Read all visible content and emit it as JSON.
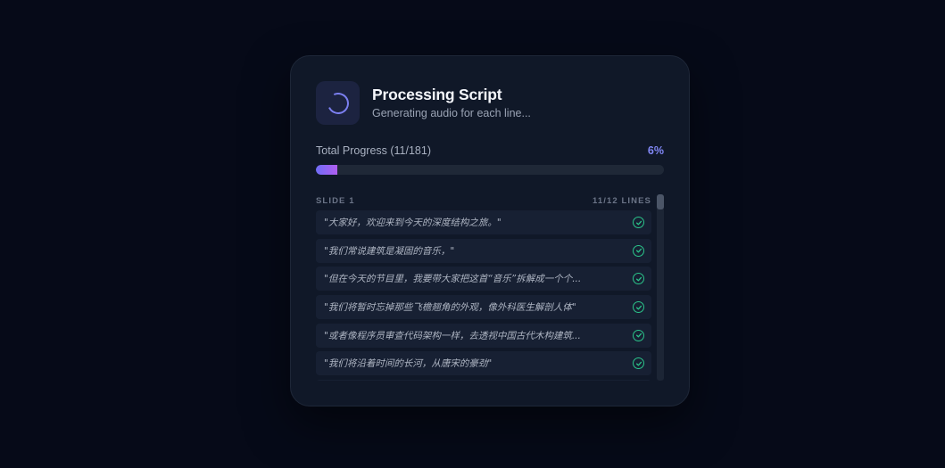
{
  "header": {
    "title": "Processing Script",
    "subtitle": "Generating audio for each line...",
    "icon": "spinner-icon"
  },
  "progress": {
    "label": "Total Progress (11/181)",
    "completed": 11,
    "total": 181,
    "percent_label": "6%",
    "percent": 6,
    "gradient_start": "#6f6df7",
    "gradient_end": "#b05ef0"
  },
  "slide": {
    "label": "SLIDE 1",
    "count_label": "11/12 LINES",
    "lines": [
      {
        "text": "\"大家好，欢迎来到今天的深度结构之旅。\"",
        "status": "done",
        "icon": "check-circle-icon"
      },
      {
        "text": "\"我们常说建筑是凝固的音乐，\"",
        "status": "done",
        "icon": "check-circle-icon"
      },
      {
        "text": "\"但在今天的节目里，我要带大家把这首“音乐”拆解成一个个...",
        "status": "done",
        "icon": "check-circle-icon"
      },
      {
        "text": "\"我们将暂时忘掉那些飞檐翘角的外观，像外科医生解剖人体\"",
        "status": "done",
        "icon": "check-circle-icon"
      },
      {
        "text": "\"或者像程序员审查代码架构一样，去透视中国古代木构建筑...",
        "status": "done",
        "icon": "check-circle-icon"
      },
      {
        "text": "\"我们将沿着时间的长河，从唐宋的豪劲\"",
        "status": "done",
        "icon": "check-circle-icon"
      },
      {
        "text": "",
        "status": "pending",
        "icon": ""
      }
    ]
  },
  "colors": {
    "accent": "#8187f5",
    "success": "#2bc48a",
    "card_bg": "#101828",
    "page_bg": "#060a18"
  }
}
